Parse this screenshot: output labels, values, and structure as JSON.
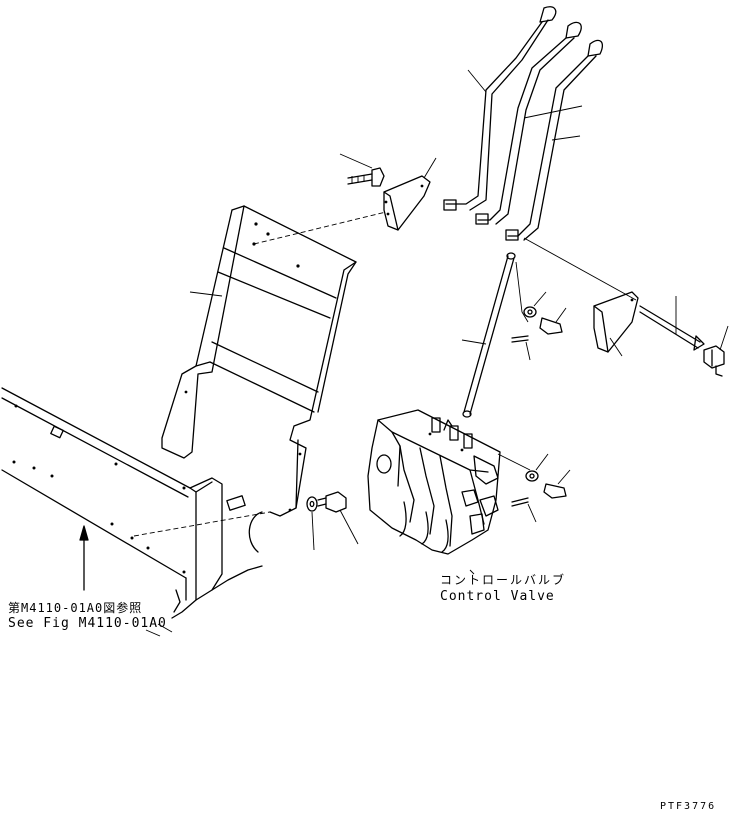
{
  "labels": {
    "control_valve_jp": "コントロールバルブ",
    "control_valve_en": "Control Valve",
    "see_fig_jp": "第M4110-01A0図参照",
    "see_fig_en": "See Fig M4110-01A0",
    "drawing_code": "PTF3776"
  }
}
